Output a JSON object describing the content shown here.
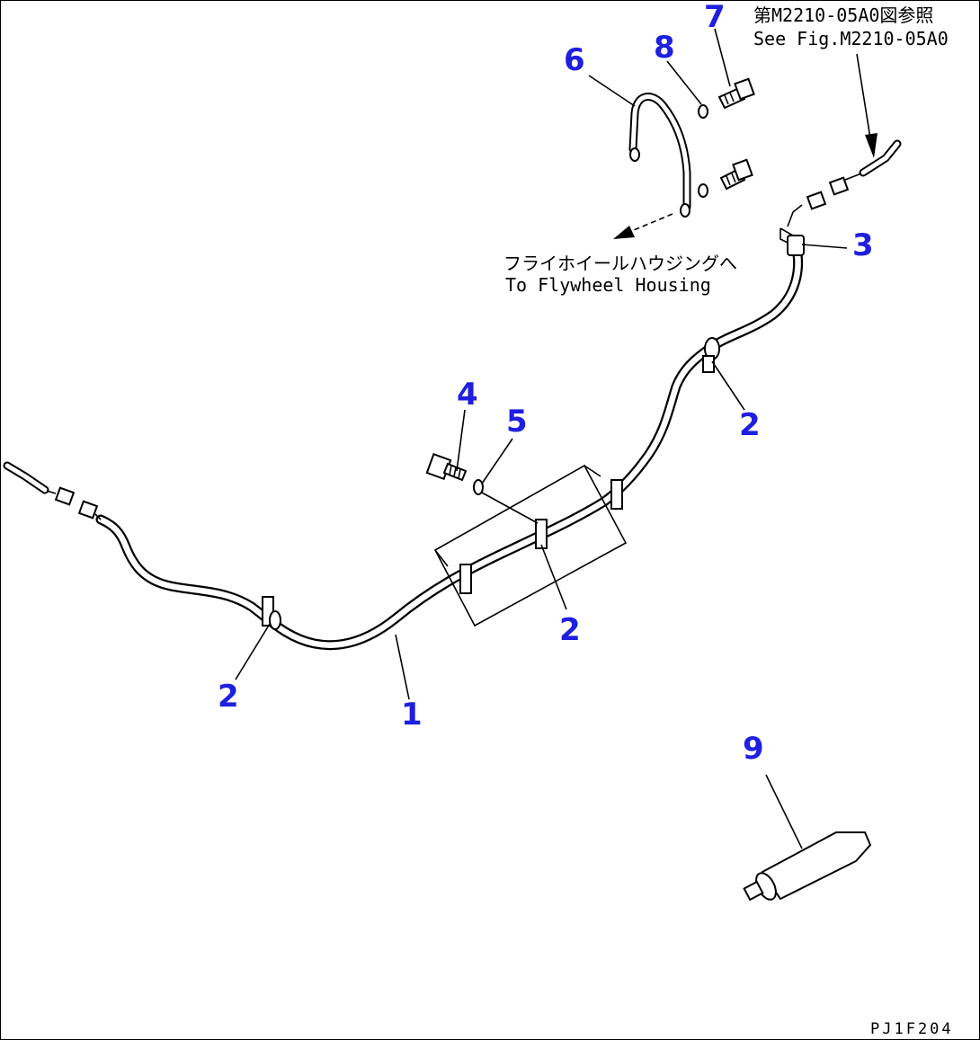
{
  "callouts": {
    "c1": "1",
    "c2a": "2",
    "c2b": "2",
    "c2c": "2",
    "c3": "3",
    "c4": "4",
    "c5": "5",
    "c6": "6",
    "c7": "7",
    "c8": "8",
    "c9": "9"
  },
  "references": {
    "see_fig_jp": "第M2210-05A0図参照",
    "see_fig_en": "See Fig.M2210-05A0",
    "flywheel_jp": "フライホイールハウジングへ",
    "flywheel_en": "To Flywheel Housing"
  },
  "drawing_code": "PJ1F204",
  "colors": {
    "callout": "#1f1fe0",
    "line": "#000000",
    "background": "#ffffff"
  }
}
